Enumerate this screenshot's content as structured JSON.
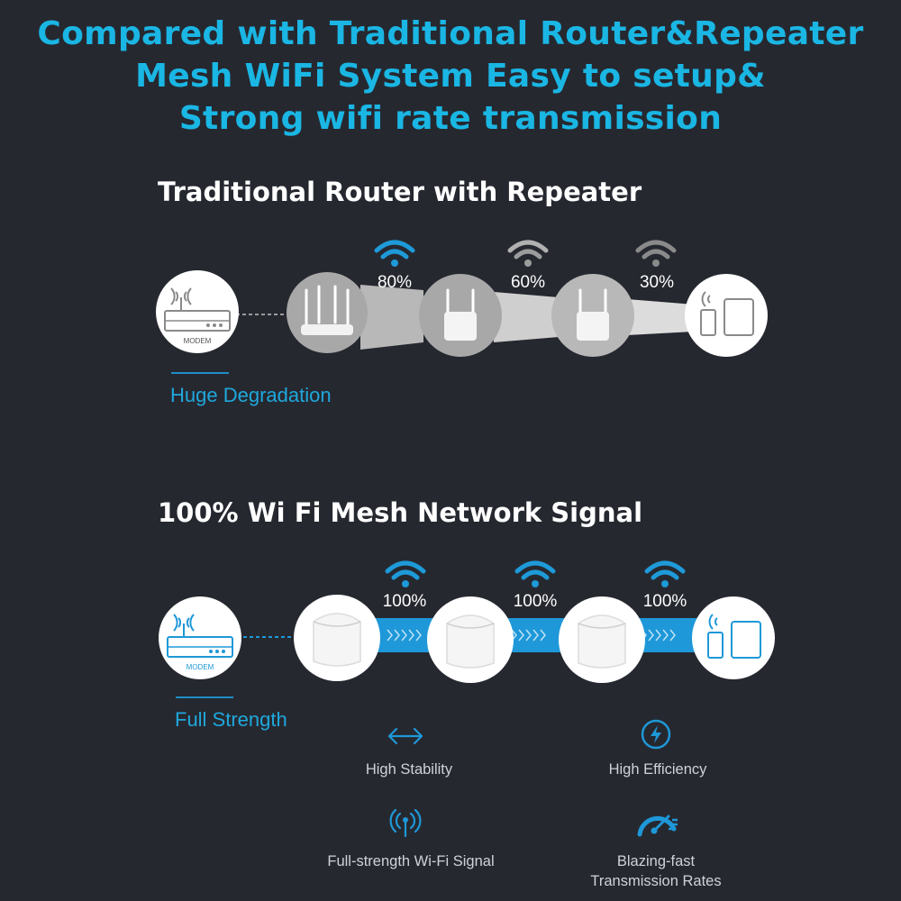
{
  "headline": {
    "line1": "Compared with Traditional Router&Repeater",
    "line2": "Mesh WiFi System Easy to setup&",
    "line3": "Strong wifi rate transmission"
  },
  "traditional": {
    "title": "Traditional Router with Repeater",
    "modem_label": "MODEM",
    "signals": [
      "80%",
      "60%",
      "30%"
    ],
    "caption": "Huge Degradation"
  },
  "mesh": {
    "title": "100% Wi Fi Mesh Network Signal",
    "modem_label": "MODEM",
    "signals": [
      "100%",
      "100%",
      "100%"
    ],
    "caption": "Full Strength"
  },
  "features": [
    {
      "label": "High Stability",
      "icon": "double-arrow-icon"
    },
    {
      "label": "High Efficiency",
      "icon": "lightning-icon"
    },
    {
      "label": "Full-strength Wi-Fi Signal",
      "icon": "antenna-signal-icon"
    },
    {
      "label_line1": "Blazing-fast",
      "label_line2": "Transmission Rates",
      "icon": "speedometer-icon"
    }
  ],
  "colors": {
    "background": "#262830",
    "accent": "#1ab6e4",
    "mesh_band": "#1e98d8"
  }
}
